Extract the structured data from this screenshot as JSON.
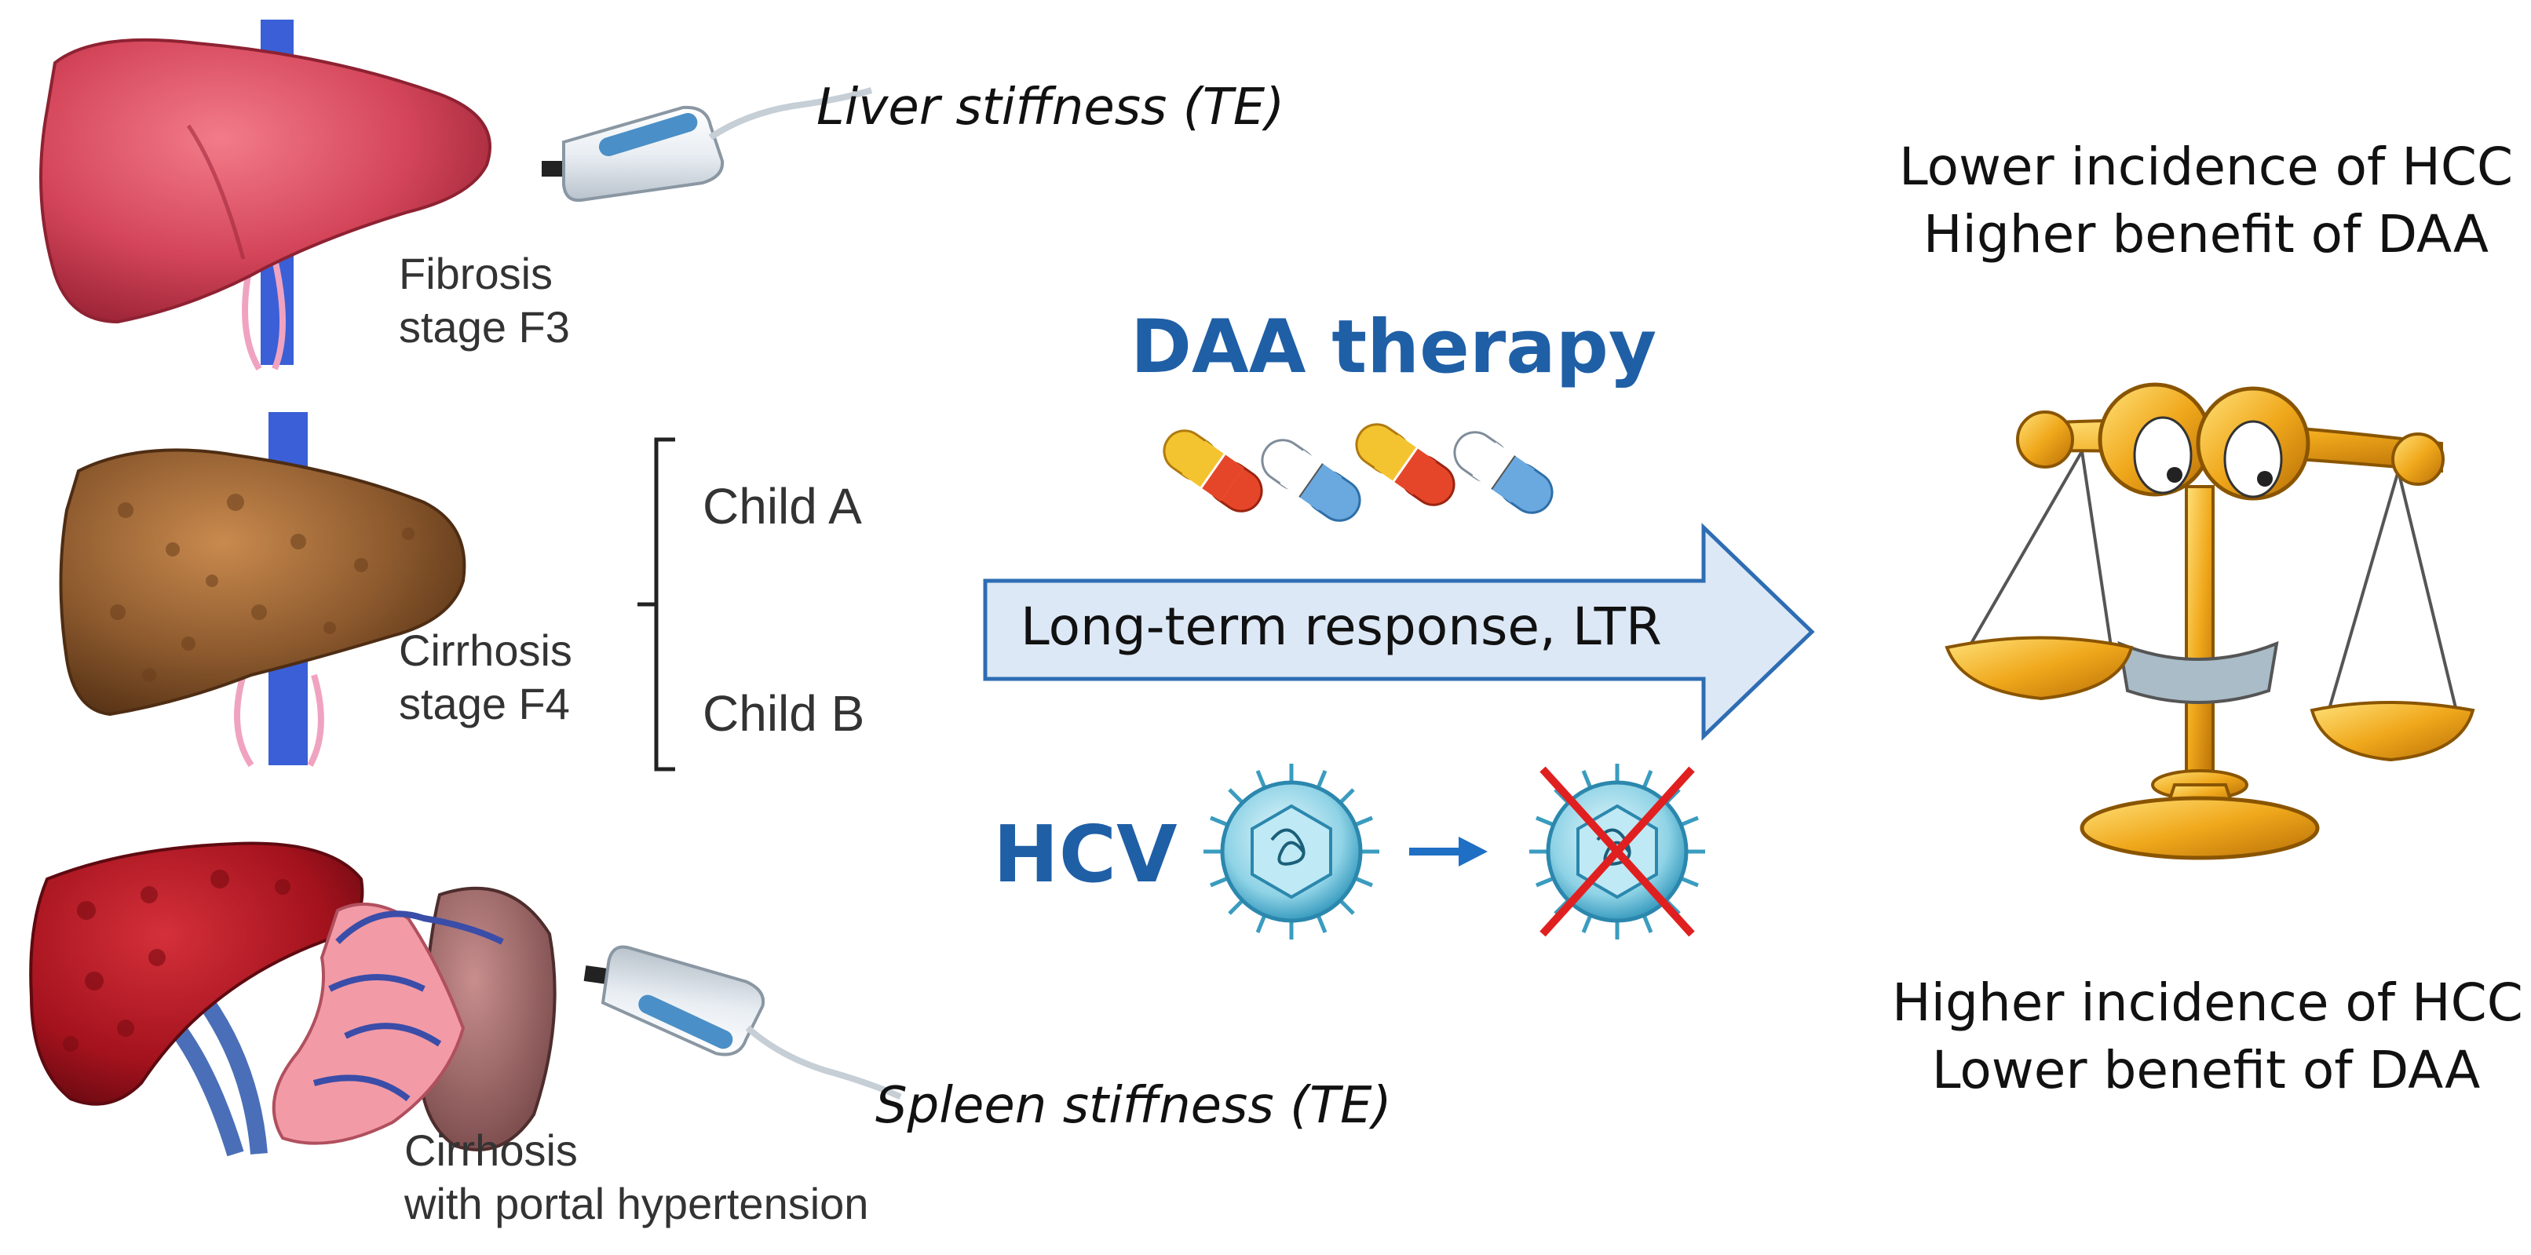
{
  "measurements": {
    "liver_stiffness": "Liver stiffness (TE)",
    "spleen_stiffness": "Spleen stiffness (TE)"
  },
  "stages": [
    {
      "line1": "Fibrosis",
      "line2": "stage F3"
    },
    {
      "line1": "Cirrhosis",
      "line2": "stage F4"
    },
    {
      "line1": "Cirrhosis",
      "line2": "with portal hypertension"
    }
  ],
  "child_classes": [
    "Child A",
    "Child B"
  ],
  "therapy": {
    "title": "DAA therapy",
    "arrow_label": "Long-term response, LTR",
    "virus_label": "HCV"
  },
  "outcomes": {
    "top": [
      "Lower incidence of HCC",
      "Higher benefit of DAA"
    ],
    "bottom": [
      "Higher incidence of HCC",
      "Lower benefit of DAA"
    ]
  },
  "colors": {
    "accent_blue": "#1f5fa6",
    "arrow_fill": "#dce8f5",
    "arrow_stroke": "#2e6db4",
    "cross_red": "#e02020",
    "gold": "#e8a417"
  },
  "icons": [
    "liver-healthy",
    "liver-cirrhotic",
    "liver-spleen-portal-hypertension",
    "ultrasound-probe-icon",
    "capsule-icon",
    "virus-icon",
    "scale-icon"
  ]
}
